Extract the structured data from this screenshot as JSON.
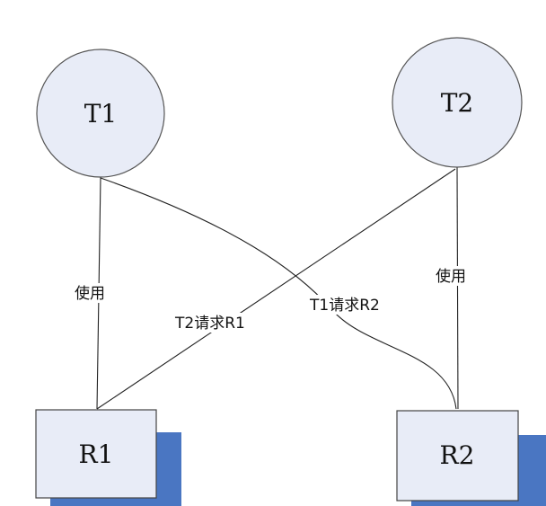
{
  "nodes": {
    "t1": {
      "label": "T1"
    },
    "t2": {
      "label": "T2"
    },
    "r1": {
      "label": "R1"
    },
    "r2": {
      "label": "R2"
    }
  },
  "edges": {
    "t1_uses_r1": {
      "label": "使用"
    },
    "t2_uses_r2": {
      "label": "使用"
    },
    "t2_requests_r1": {
      "label": "T2请求R1"
    },
    "t1_requests_r2": {
      "label": "T1请求R2"
    }
  },
  "colors": {
    "node_fill": "#e8ecf7",
    "shadow": "#4a76c2",
    "stroke": "#444444"
  }
}
